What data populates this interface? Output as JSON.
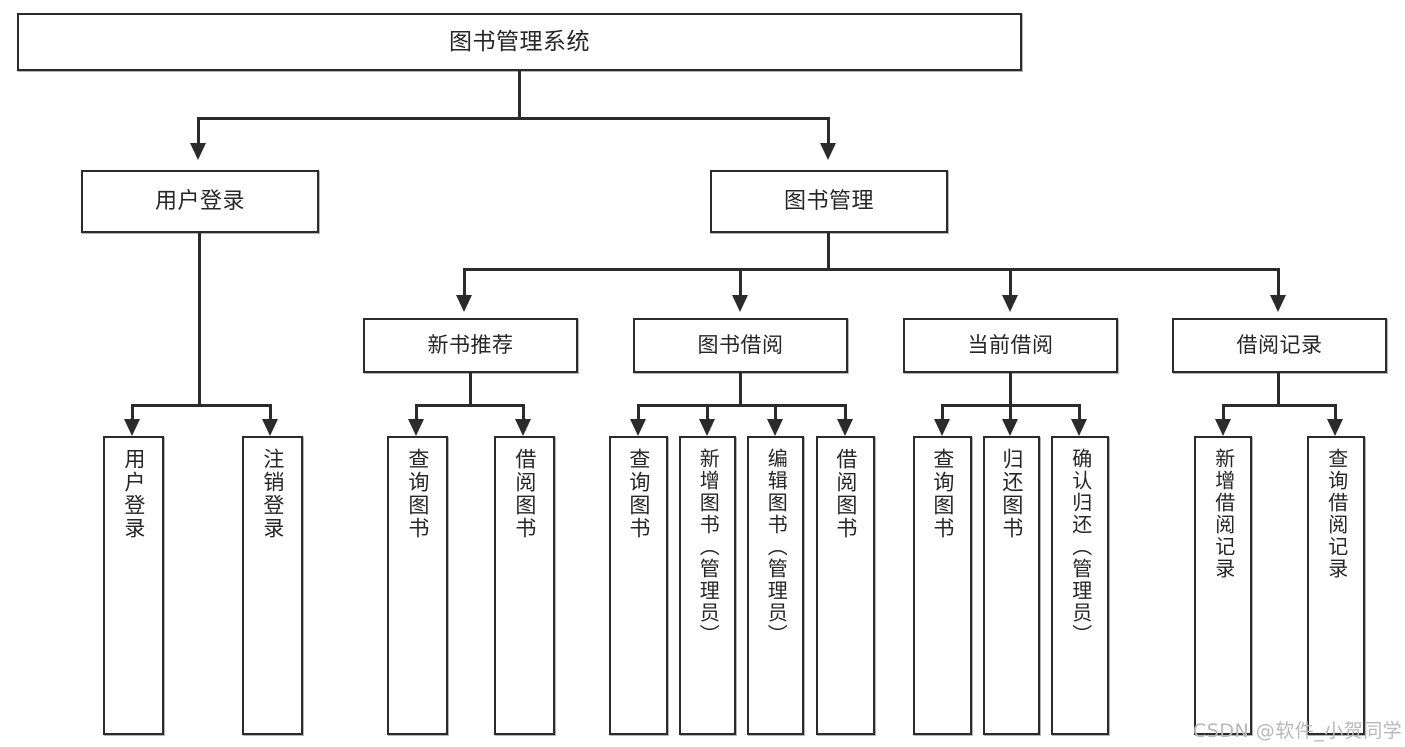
{
  "diagram": {
    "title": "图书管理系统",
    "type": "hierarchy-tree",
    "levels": 4,
    "root": {
      "label": "图书管理系统",
      "children": [
        {
          "label": "用户登录",
          "children": [
            {
              "label": "用户登录"
            },
            {
              "label": "注销登录"
            }
          ]
        },
        {
          "label": "图书管理",
          "children": [
            {
              "label": "新书推荐",
              "children": [
                {
                  "label": "查询图书"
                },
                {
                  "label": "借阅图书"
                }
              ]
            },
            {
              "label": "图书借阅",
              "children": [
                {
                  "label": "查询图书"
                },
                {
                  "label": "新增图书（管理员）"
                },
                {
                  "label": "编辑图书（管理员）"
                },
                {
                  "label": "借阅图书"
                }
              ]
            },
            {
              "label": "当前借阅",
              "children": [
                {
                  "label": "查询图书"
                },
                {
                  "label": "归还图书"
                },
                {
                  "label": "确认归还（管理员）"
                }
              ]
            },
            {
              "label": "借阅记录",
              "children": [
                {
                  "label": "新增借阅记录"
                },
                {
                  "label": "查询借阅记录"
                }
              ]
            }
          ]
        }
      ]
    }
  },
  "nodes": {
    "root": "图书管理系统",
    "user_login": "用户登录",
    "book_manage": "图书管理",
    "new_book_rec": "新书推荐",
    "book_borrow": "图书借阅",
    "current_borrow": "当前借阅",
    "borrow_record": "借阅记录",
    "leaf_user_login": "用户登录",
    "leaf_user_logout": "注销登录",
    "leaf_rec_query": "查询图书",
    "leaf_rec_borrow": "借阅图书",
    "leaf_borrow_query": "查询图书",
    "leaf_borrow_add": "新增图书（管理员）",
    "leaf_borrow_edit": "编辑图书（管理员）",
    "leaf_borrow_borrow": "借阅图书",
    "leaf_cur_query": "查询图书",
    "leaf_cur_return": "归还图书",
    "leaf_cur_confirm": "确认归还（管理员）",
    "leaf_rec_add": "新增借阅记录",
    "leaf_rec_search": "查询借阅记录"
  },
  "watermark": {
    "text": "CSDN @软件_小贺同学"
  },
  "colors": {
    "border": "#2b2b2b",
    "background": "#ffffff",
    "text": "#262626",
    "watermark": "#b9b9b9"
  }
}
